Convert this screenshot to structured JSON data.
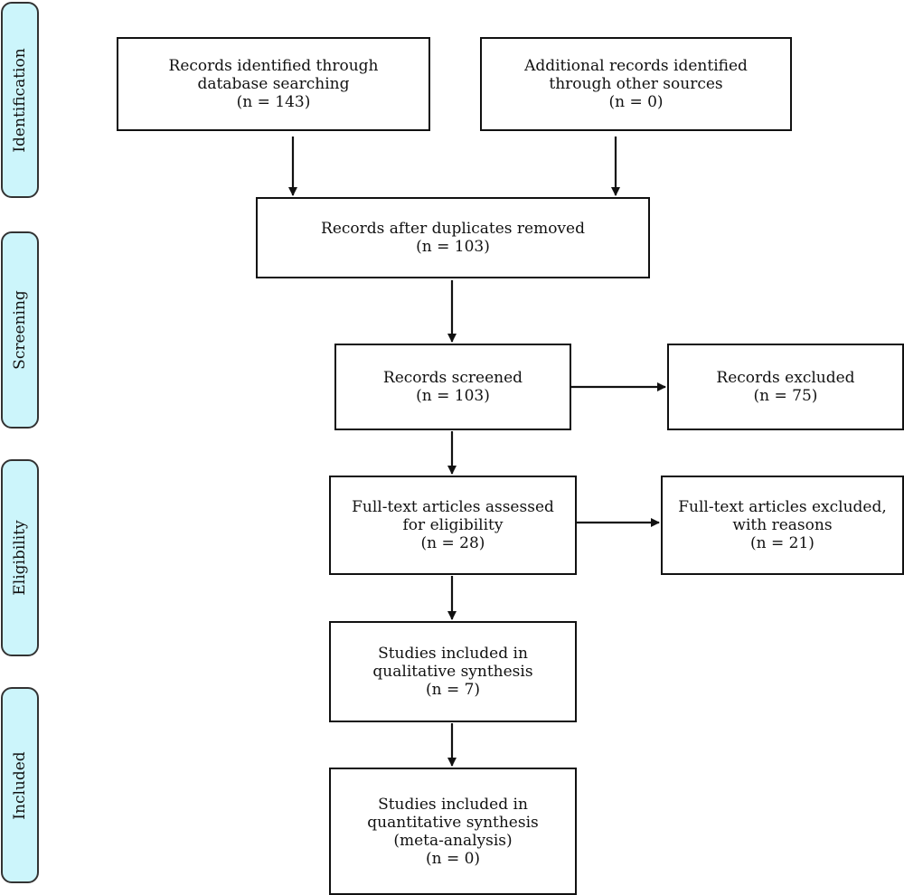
{
  "phases": {
    "identification": "Identification",
    "screening": "Screening",
    "eligibility": "Eligibility",
    "included": "Included"
  },
  "boxes": {
    "database": {
      "lines": [
        "Records identified through",
        "database searching",
        "(n = 143)"
      ]
    },
    "other_sources": {
      "lines": [
        "Additional records identified",
        "through other sources",
        "(n = 0)"
      ]
    },
    "duplicates_removed": {
      "lines": [
        "Records after duplicates removed",
        "(n = 103)"
      ]
    },
    "screened": {
      "lines": [
        "Records screened",
        "(n = 103)"
      ]
    },
    "excluded": {
      "lines": [
        "Records excluded",
        "(n = 75)"
      ]
    },
    "fulltext_assessed": {
      "lines": [
        "Full-text articles assessed",
        "for eligibility",
        "(n = 28)"
      ]
    },
    "fulltext_excluded": {
      "lines": [
        "Full-text articles excluded,",
        "with reasons",
        "(n = 21)"
      ]
    },
    "qualitative": {
      "lines": [
        "Studies included in",
        "qualitative synthesis",
        "(n = 7)"
      ]
    },
    "quantitative": {
      "lines": [
        "Studies included in",
        "quantitative synthesis",
        "(meta-analysis)",
        "(n = 0)"
      ]
    }
  }
}
